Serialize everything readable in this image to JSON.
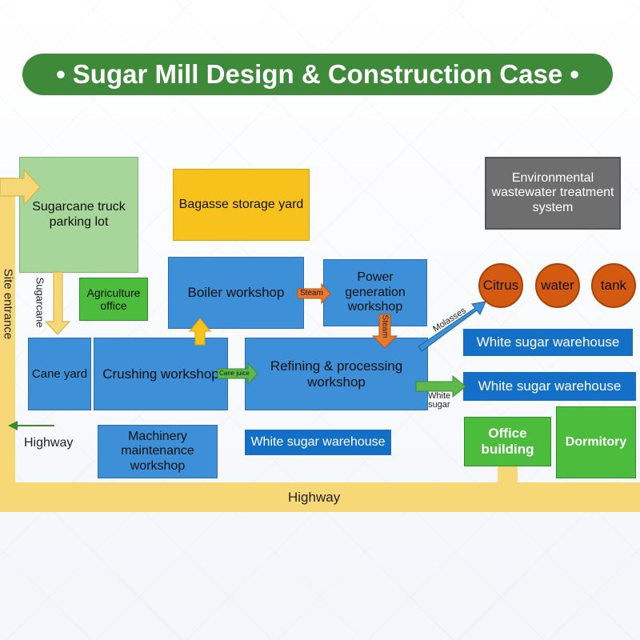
{
  "title": "• Sugar Mill Design & Construction Case •",
  "areas": {
    "truck_lot": "Sugarcane truck parking lot",
    "bagasse": "Bagasse storage yard",
    "env": "Environmental wastewater treatment system",
    "agri": "Agriculture office",
    "boiler": "Boiler workshop",
    "power": "Power generation workshop",
    "cane_yard": "Cane yard",
    "crushing": "Crushing workshop",
    "refining": "Refining & processing workshop",
    "machinery": "Machinery maintenance workshop",
    "wh_mid": "White sugar warehouse",
    "wh_right1": "White sugar warehouse",
    "wh_right2": "White sugar warehouse",
    "office": "Office building",
    "dormitory": "Dormitory"
  },
  "tanks": [
    "Citrus",
    "water",
    "tank"
  ],
  "flows": {
    "sugarcane": "Sugarcane",
    "steam1": "Steam",
    "steam2": "Steam",
    "cane_juice": "Cane juice",
    "molasses": "Molasses",
    "white_sugar": "White sugar"
  },
  "roads": {
    "site_entrance": "Site entrance",
    "highway_main": "Highway",
    "highway_left": "Highway"
  },
  "colors": {
    "title_green": "#3f8a3a",
    "workshop_blue": "#3d8fd8",
    "warehouse_blue": "#1470c6",
    "office_green": "#4cbc3d",
    "yard_yellow": "#f6c21b",
    "tank_orange": "#d35a10",
    "env_gray": "#6e6e6e",
    "road_yellow": "#f7d877"
  }
}
